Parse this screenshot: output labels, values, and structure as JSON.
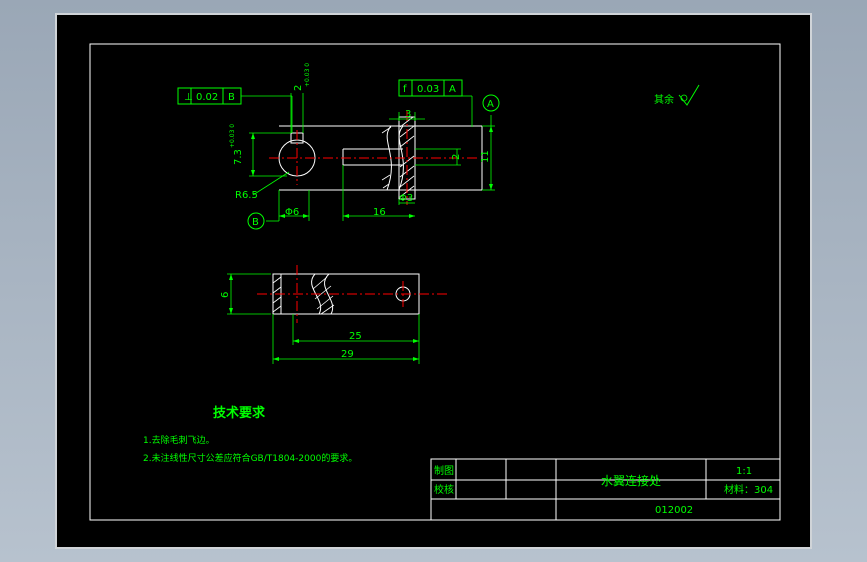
{
  "colors": {
    "background": "#000000",
    "outline": "#ffffff",
    "text": "#00ff00",
    "center_line": "#ff0000",
    "hatch": "#ffffff",
    "dimension": "#00ff00"
  },
  "tolerance_frames": {
    "top_left": {
      "symbol": "⊥",
      "value": "0.02",
      "datum": "B"
    },
    "top_right": {
      "symbol": "f",
      "value": "0.03",
      "datum": "A"
    }
  },
  "datums": {
    "a": "A",
    "b": "B"
  },
  "dimensions": {
    "slot_width": "2",
    "slot_width_tol": "+0.03\n0",
    "depth_left": "7.3",
    "depth_left_tol": "+0.03\n0",
    "radius": "R6.5",
    "hole_dia": "Φ6",
    "length_16": "16",
    "hole_small": "Φ3",
    "width_3": "3",
    "width_2": "2",
    "height_11": "11",
    "thickness_6": "6",
    "length_25": "25",
    "length_29": "29"
  },
  "surface_roughness_note": "其余",
  "technical_requirements": {
    "title": "技术要求",
    "items": [
      "1.去除毛刺飞边。",
      "2.未注线性尺寸公差应符合GB/T1804-2000的要求。"
    ]
  },
  "title_block": {
    "drawn_label": "制图",
    "checked_label": "校核",
    "part_name": "水翼连接处",
    "scale": "1:1",
    "material": "材料：304",
    "drawing_number": "012002"
  }
}
